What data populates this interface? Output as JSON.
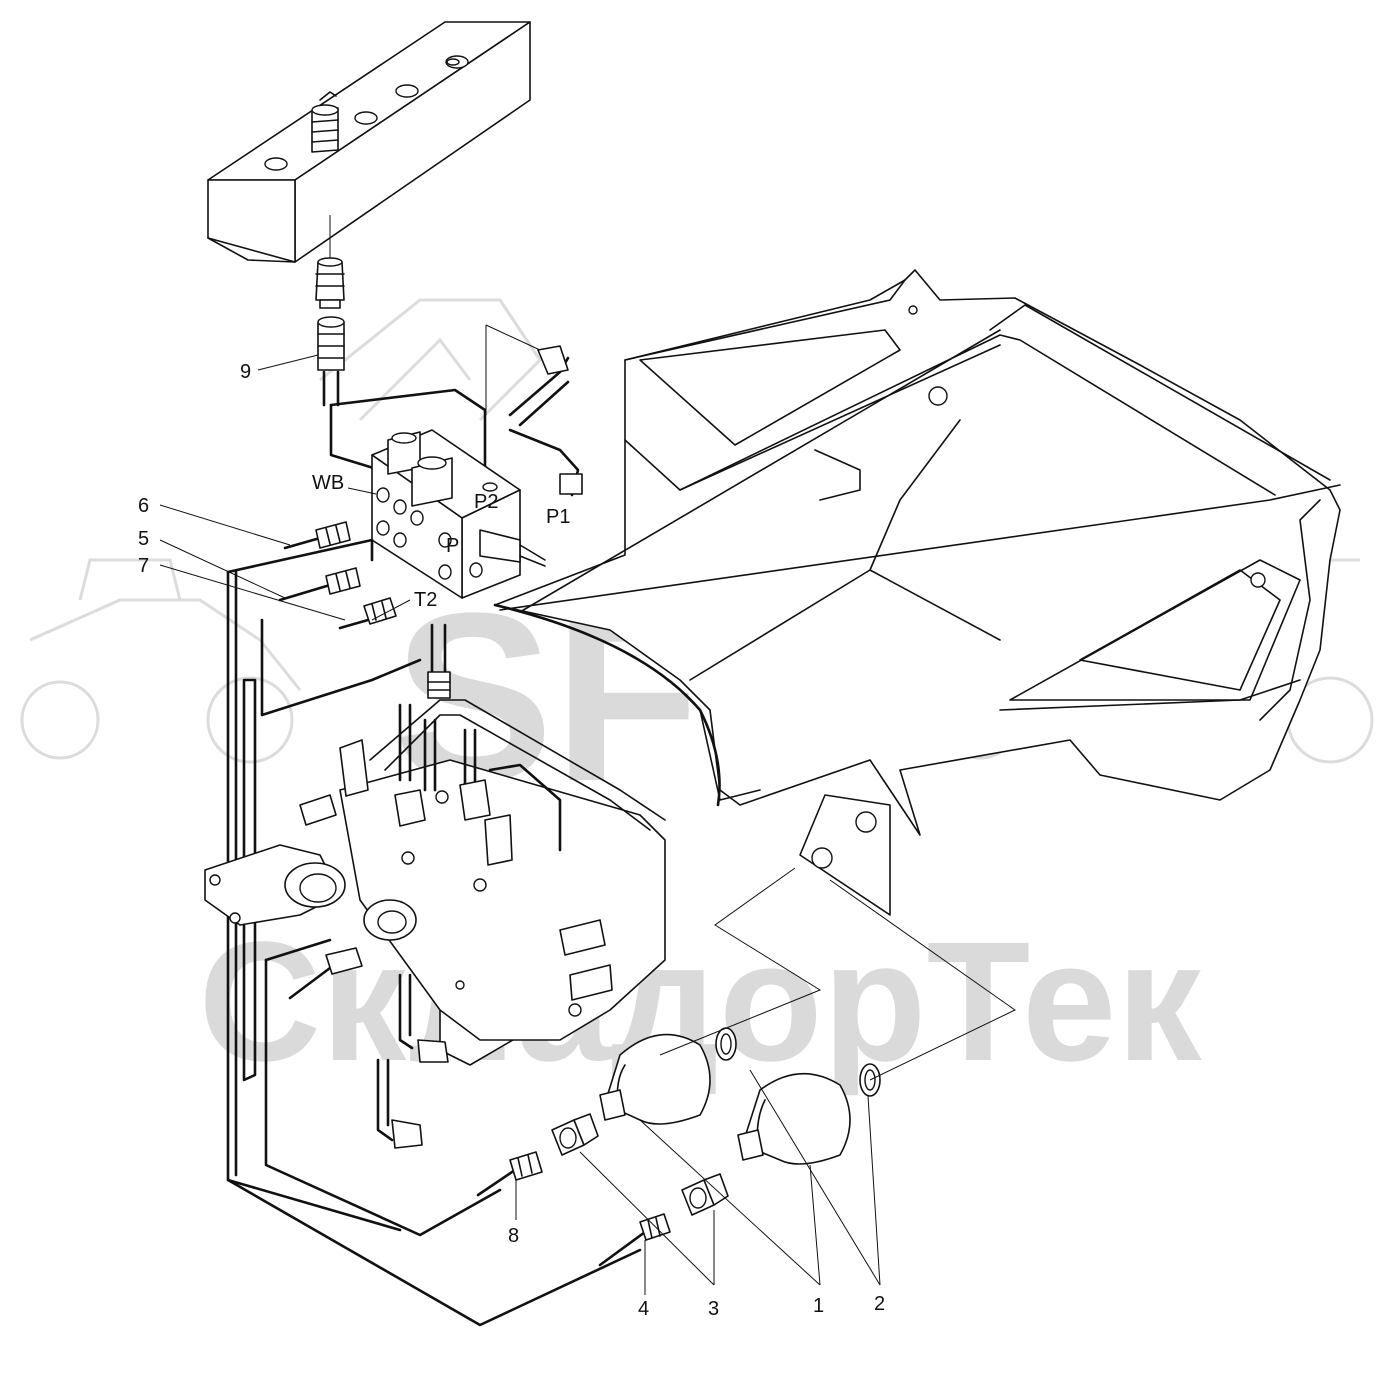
{
  "watermark": {
    "logo_text": "SFT",
    "company_text": "СкладорТек"
  },
  "port_labels": {
    "wb": "WB",
    "p2": "P2",
    "p1": "P1",
    "p": "P",
    "t2": "T2"
  },
  "callouts": {
    "c1": "1",
    "c2": "2",
    "c3": "3",
    "c4": "4",
    "c5": "5",
    "c6": "6",
    "c7": "7",
    "c8": "8",
    "c9": "9"
  }
}
